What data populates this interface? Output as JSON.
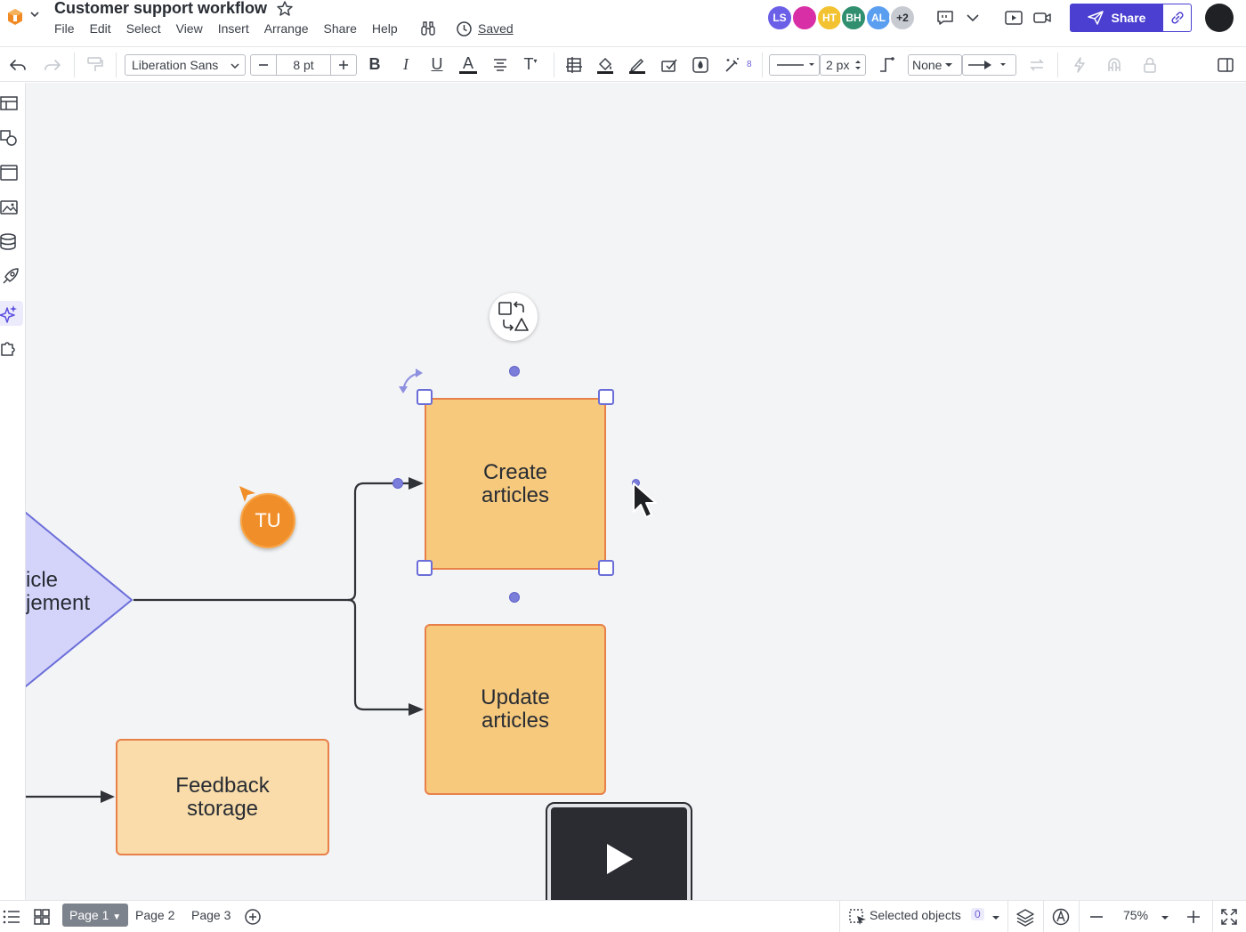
{
  "app": {
    "doc_title": "Customer support workflow",
    "menu": [
      "File",
      "Edit",
      "Select",
      "View",
      "Insert",
      "Arrange",
      "Share",
      "Help"
    ],
    "saved_label": "Saved"
  },
  "collaborators": [
    {
      "initials": "LS",
      "color": "#6b5fe8"
    },
    {
      "initials": "",
      "color": "#d92fa6"
    },
    {
      "initials": "HT",
      "color": "#f2c230"
    },
    {
      "initials": "BH",
      "color": "#2f8f6f"
    },
    {
      "initials": "AL",
      "color": "#5a9ef0"
    },
    {
      "initials": "+2",
      "color": "#c7cbd1"
    }
  ],
  "header": {
    "share_label": "Share",
    "accent": "#4a3fd0"
  },
  "toolbar": {
    "font_family": "Liberation Sans",
    "font_size": "8 pt",
    "bold": "B",
    "italic": "I",
    "underline": "U",
    "font_color_letter": "A",
    "text_options": "T",
    "effects_count": "8",
    "line_width": "2 px",
    "line_start": "None"
  },
  "canvas": {
    "shapes": {
      "create": "Create\narticles",
      "update": "Update\narticles",
      "feedback": "Feedback\nstorage",
      "decision_partial": "icle\njement"
    },
    "collaborator_cursor": "TU",
    "colors": {
      "process_fill": "#f6c97d",
      "process_border": "#e8804a",
      "feedback_fill": "#f9dca9",
      "decision_fill": "#d4d4fb",
      "decision_border": "#6b6ed8",
      "selection": "#6b6ed8",
      "connector": "#2f3237"
    }
  },
  "bottombar": {
    "pages": [
      "Page 1",
      "Page 2",
      "Page 3"
    ],
    "active_page": "Page 1",
    "selected_objects_label": "Selected objects",
    "selected_count": "0",
    "zoom": "75%"
  }
}
